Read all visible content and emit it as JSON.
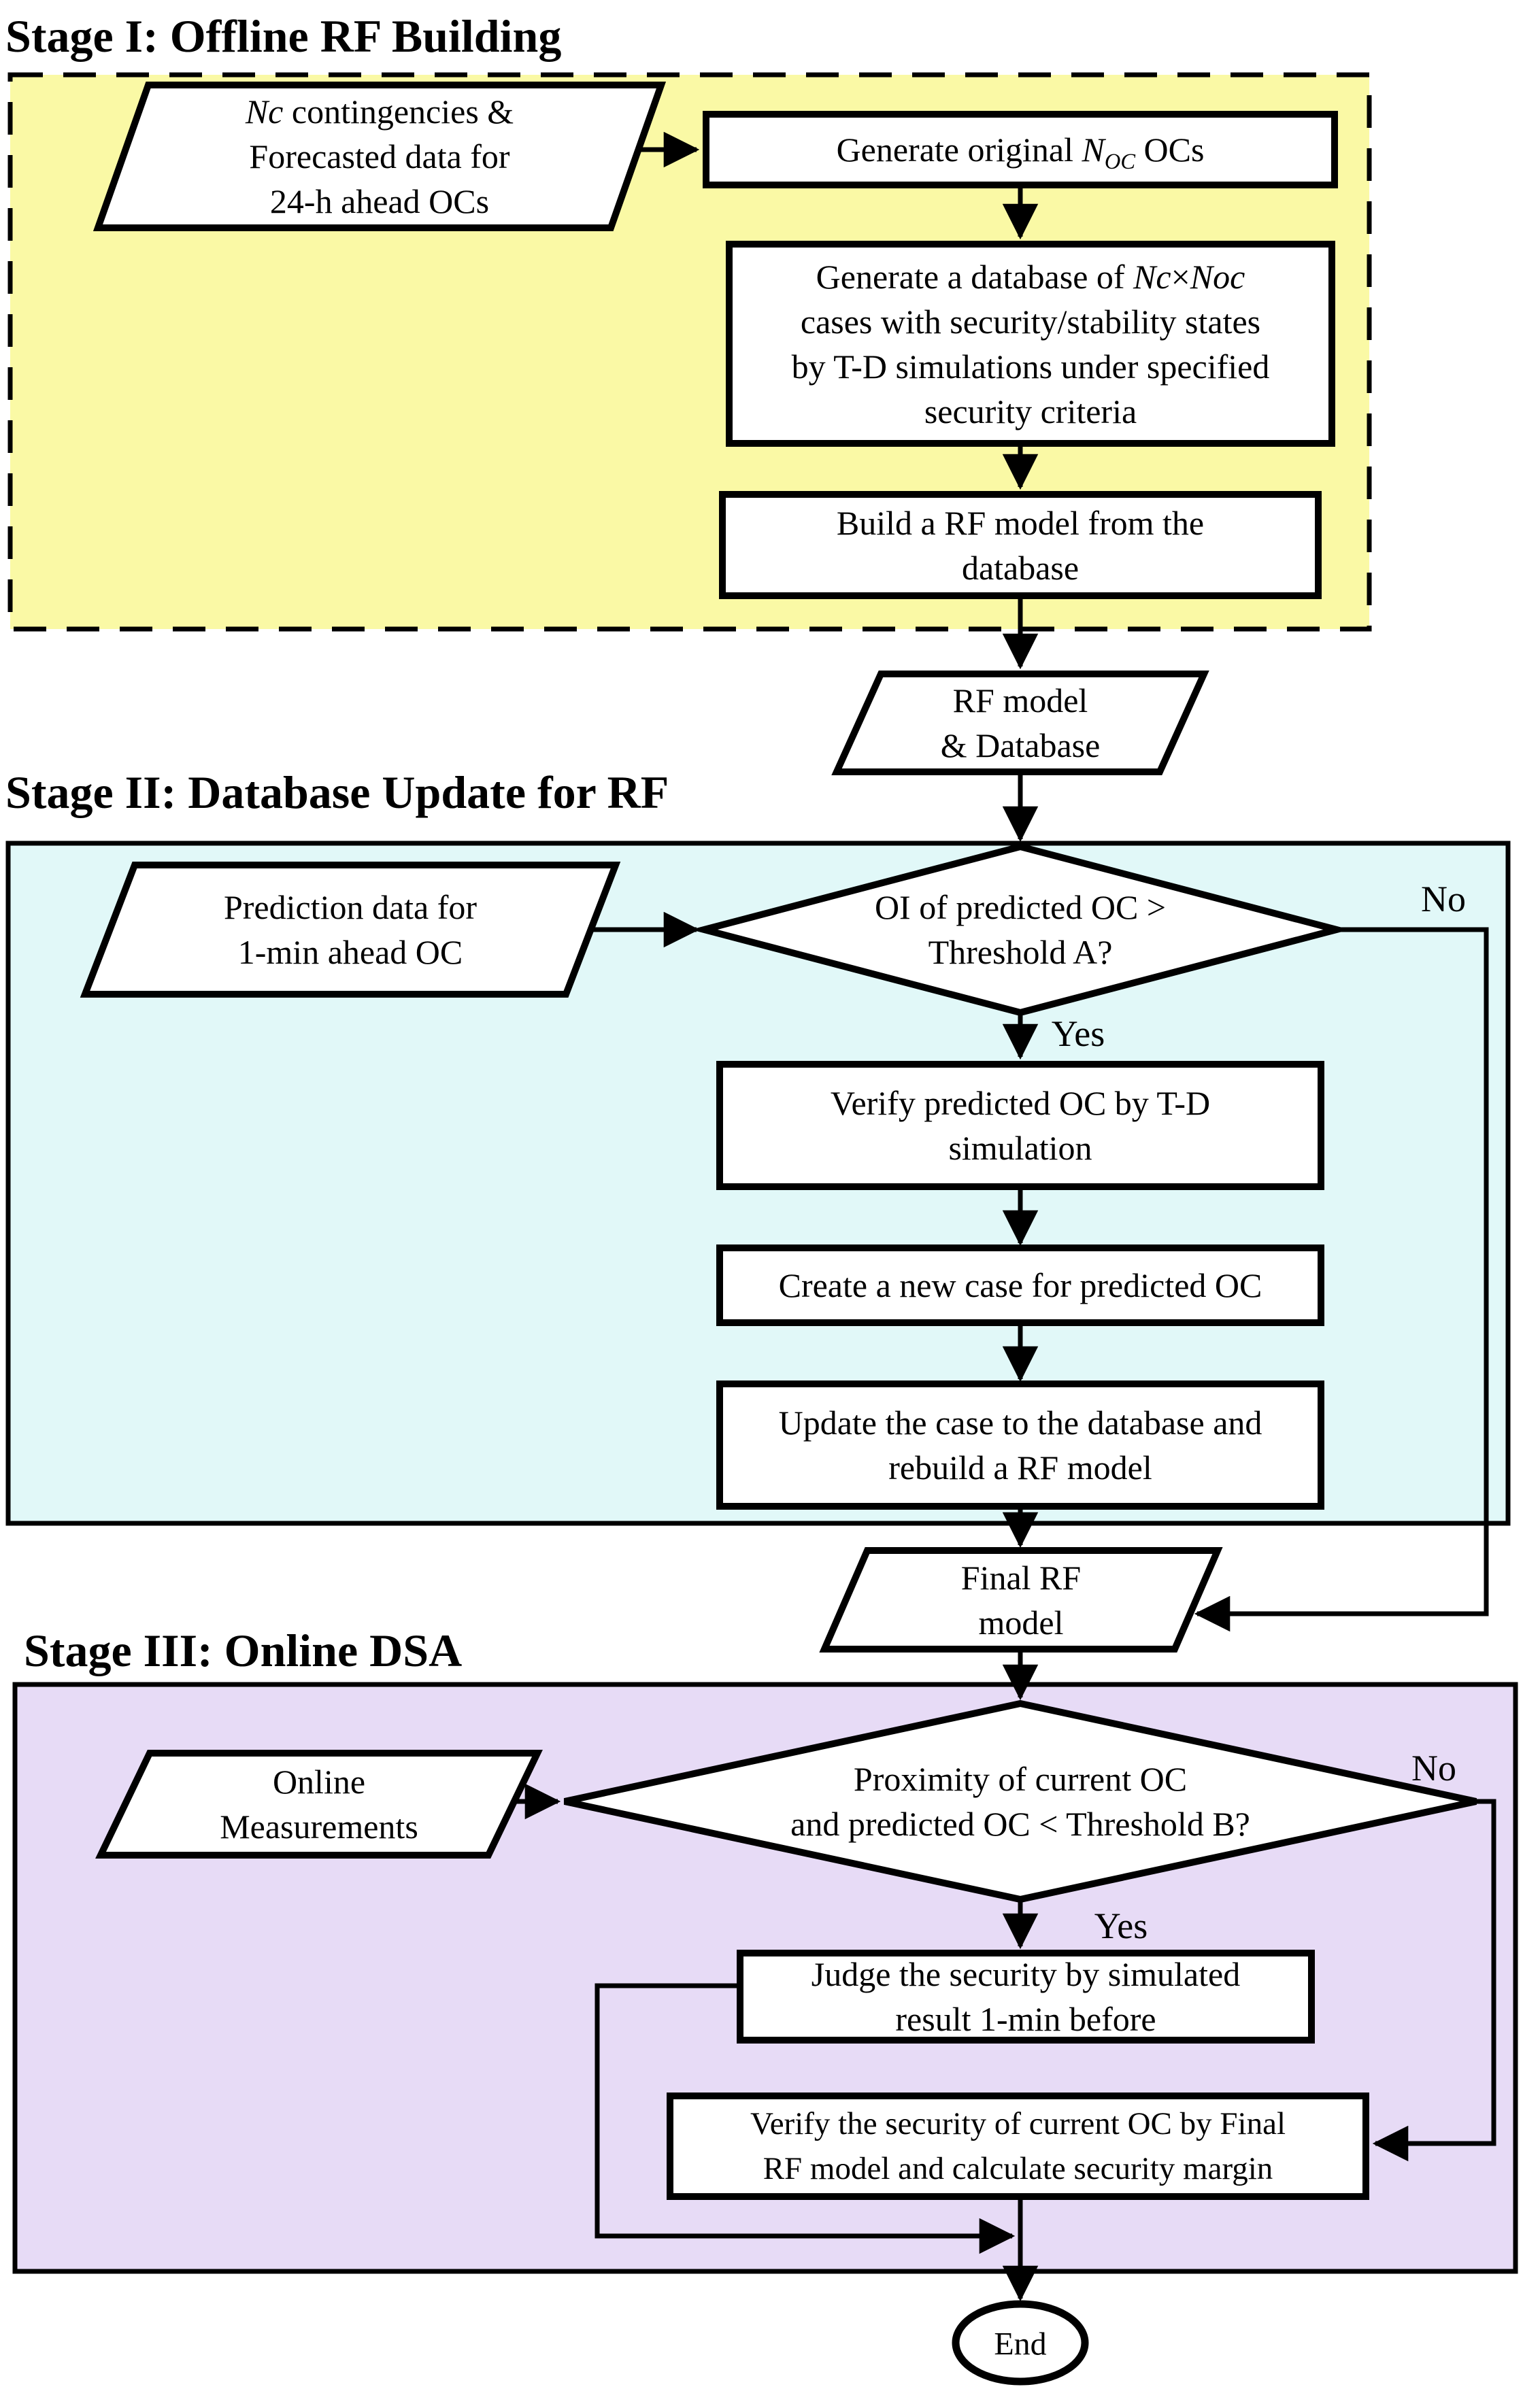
{
  "stages": {
    "stage1": {
      "title": "Stage I: Offline RF Building",
      "bg": "#FAF9A5",
      "border_style": "dashed"
    },
    "stage2": {
      "title": "Stage II: Database Update for RF",
      "bg": "#E1F8F8",
      "border_style": "solid"
    },
    "stage3": {
      "title": "Stage III: Online DSA",
      "bg": "#E7DBF6",
      "border_style": "solid"
    }
  },
  "colors": {
    "line": "#000000",
    "shape_fill": "#FFFFFF",
    "text": "#000000"
  },
  "nodes": {
    "contingencies_input": {
      "shape": "parallelogram",
      "lines": [
        [
          {
            "text": "Nc",
            "italic": true
          },
          {
            "text": " contingencies &"
          }
        ],
        [
          {
            "text": "Forecasted data for"
          }
        ],
        [
          {
            "text": "24-h ahead OCs"
          }
        ]
      ]
    },
    "generate_ocs": {
      "shape": "process",
      "lines": [
        [
          {
            "text": "Generate original "
          },
          {
            "text": "N",
            "italic": true
          },
          {
            "text": "OC",
            "italic": true,
            "sub": true
          },
          {
            "text": " OCs"
          }
        ]
      ]
    },
    "generate_database": {
      "shape": "process",
      "lines": [
        [
          {
            "text": "Generate a database of "
          },
          {
            "text": "Nc",
            "italic": true
          },
          {
            "text": "×"
          },
          {
            "text": "Noc",
            "italic": true
          }
        ],
        [
          {
            "text": "cases with security/stability states"
          }
        ],
        [
          {
            "text": "by T-D simulations under specified"
          }
        ],
        [
          {
            "text": "security criteria"
          }
        ]
      ]
    },
    "build_rf_model": {
      "shape": "process",
      "lines": [
        [
          {
            "text": "Build a RF model from the"
          }
        ],
        [
          {
            "text": "database"
          }
        ]
      ]
    },
    "rf_model_database": {
      "shape": "parallelogram",
      "lines": [
        [
          {
            "text": "RF model"
          }
        ],
        [
          {
            "text": "& Database"
          }
        ]
      ]
    },
    "prediction_data_input": {
      "shape": "parallelogram",
      "lines": [
        [
          {
            "text": "Prediction data for"
          }
        ],
        [
          {
            "text": "1-min ahead OC"
          }
        ]
      ]
    },
    "oi_threshold_decision": {
      "shape": "decision",
      "lines": [
        [
          {
            "text": "OI of predicted OC >"
          }
        ],
        [
          {
            "text": "Threshold A?"
          }
        ]
      ]
    },
    "verify_predicted_oc": {
      "shape": "process",
      "lines": [
        [
          {
            "text": "Verify predicted OC by T-D"
          }
        ],
        [
          {
            "text": "simulation"
          }
        ]
      ]
    },
    "create_new_case": {
      "shape": "process",
      "lines": [
        [
          {
            "text": "Create a new case for predicted OC"
          }
        ]
      ]
    },
    "update_case": {
      "shape": "process",
      "lines": [
        [
          {
            "text": "Update the case to the database and"
          }
        ],
        [
          {
            "text": "rebuild a RF model"
          }
        ]
      ]
    },
    "final_rf_model": {
      "shape": "parallelogram",
      "lines": [
        [
          {
            "text": "Final RF"
          }
        ],
        [
          {
            "text": "model"
          }
        ]
      ]
    },
    "online_measurements_input": {
      "shape": "parallelogram",
      "lines": [
        [
          {
            "text": "Online"
          }
        ],
        [
          {
            "text": "Measurements"
          }
        ]
      ]
    },
    "proximity_decision": {
      "shape": "decision",
      "lines": [
        [
          {
            "text": "Proximity of current OC"
          }
        ],
        [
          {
            "text": "and predicted OC < Threshold B?"
          }
        ]
      ]
    },
    "judge_security": {
      "shape": "process",
      "lines": [
        [
          {
            "text": "Judge the security by simulated"
          }
        ],
        [
          {
            "text": "result 1-min before"
          }
        ]
      ]
    },
    "verify_security": {
      "shape": "process",
      "lines": [
        [
          {
            "text": "Verify the security of current OC by Final"
          }
        ],
        [
          {
            "text": "RF model and calculate security margin"
          }
        ]
      ]
    },
    "end_terminator": {
      "shape": "terminator",
      "label": "End"
    }
  },
  "branch_labels": {
    "oi_no": "No",
    "oi_yes": "Yes",
    "proximity_no": "No",
    "proximity_yes": "Yes"
  }
}
